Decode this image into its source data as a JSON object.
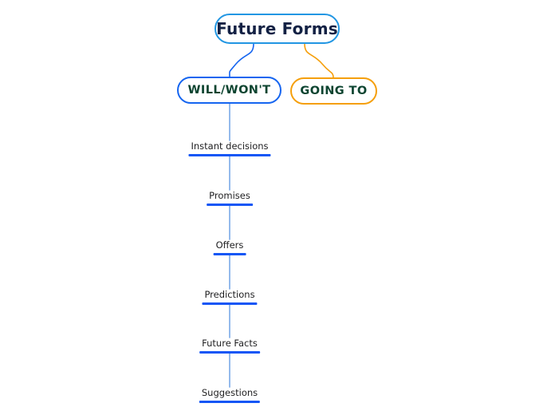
{
  "diagram": {
    "type": "mind-map",
    "title": "Future Forms",
    "background_color": "#ffffff",
    "colors": {
      "root_border": "#2196e3",
      "root_text": "#122144",
      "branch_blue": "#1565f0",
      "branch_orange": "#f59f0b",
      "branch_text": "#0c4430",
      "leaf_bar": "#1356f5",
      "leaf_text": "#1e1e20",
      "connector_blue": "#1565f0",
      "connector_orange": "#f59f0b",
      "connector_light": "#7aa9e8"
    },
    "root": {
      "label": "Future Forms"
    },
    "branches": [
      {
        "id": "will-wont",
        "label": "WILL/WON'T",
        "accent": "#1565f0",
        "children": [
          {
            "label": "Instant decisions"
          },
          {
            "label": "Promises"
          },
          {
            "label": "Offers"
          },
          {
            "label": "Predictions"
          },
          {
            "label": "Future Facts"
          },
          {
            "label": "Suggestions"
          }
        ]
      },
      {
        "id": "going-to",
        "label": "GOING TO",
        "accent": "#f59f0b",
        "children": []
      }
    ]
  }
}
